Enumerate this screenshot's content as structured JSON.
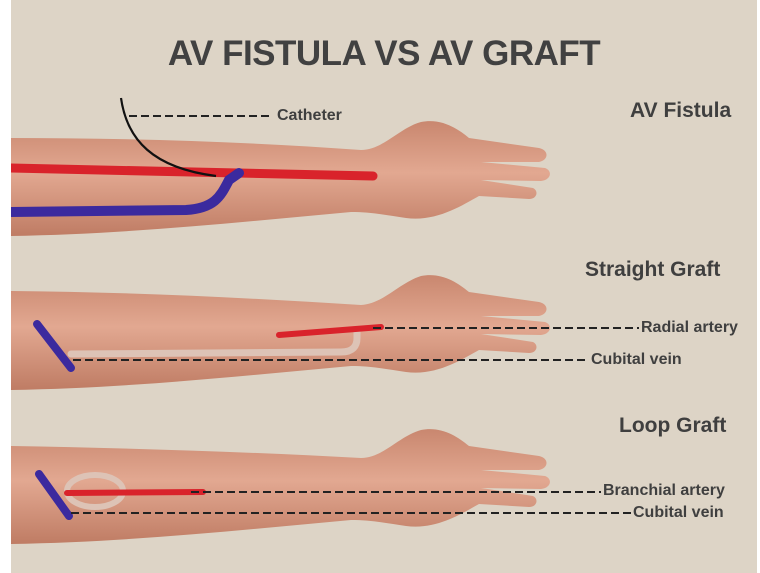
{
  "title": "AV FISTULA VS AV GRAFT",
  "sections": {
    "fistula": {
      "title": "AV Fistula",
      "labels": {
        "catheter": "Catheter"
      }
    },
    "straight": {
      "title": "Straight Graft",
      "labels": {
        "radial_artery": "Radial artery",
        "cubital_vein": "Cubital vein"
      }
    },
    "loop": {
      "title": "Loop Graft",
      "labels": {
        "branchial_artery": "Branchial artery",
        "cubital_vein": "Cubital vein"
      }
    }
  },
  "colors": {
    "background": "#ddd4c6",
    "skin": "#d99a82",
    "artery": "#d9232b",
    "vein": "#3b2a9e",
    "graft": "#ddc3b6",
    "leader": "#222222"
  }
}
